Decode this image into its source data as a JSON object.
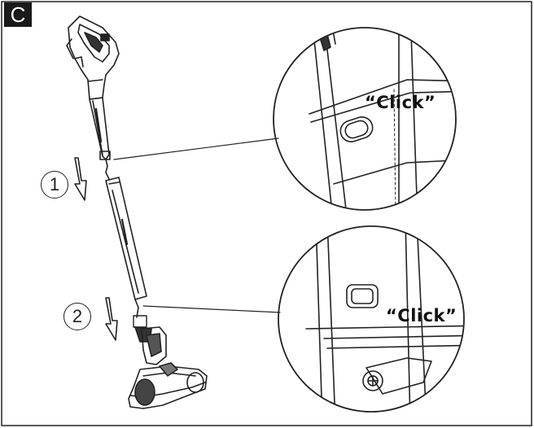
{
  "panel": {
    "label": "C"
  },
  "steps": [
    {
      "number": "1"
    },
    {
      "number": "2"
    }
  ],
  "callouts": {
    "upper_click": "“Click”",
    "lower_click": "“Click”"
  },
  "icons": [
    "arrow-down-icon",
    "arrow-down-icon"
  ]
}
